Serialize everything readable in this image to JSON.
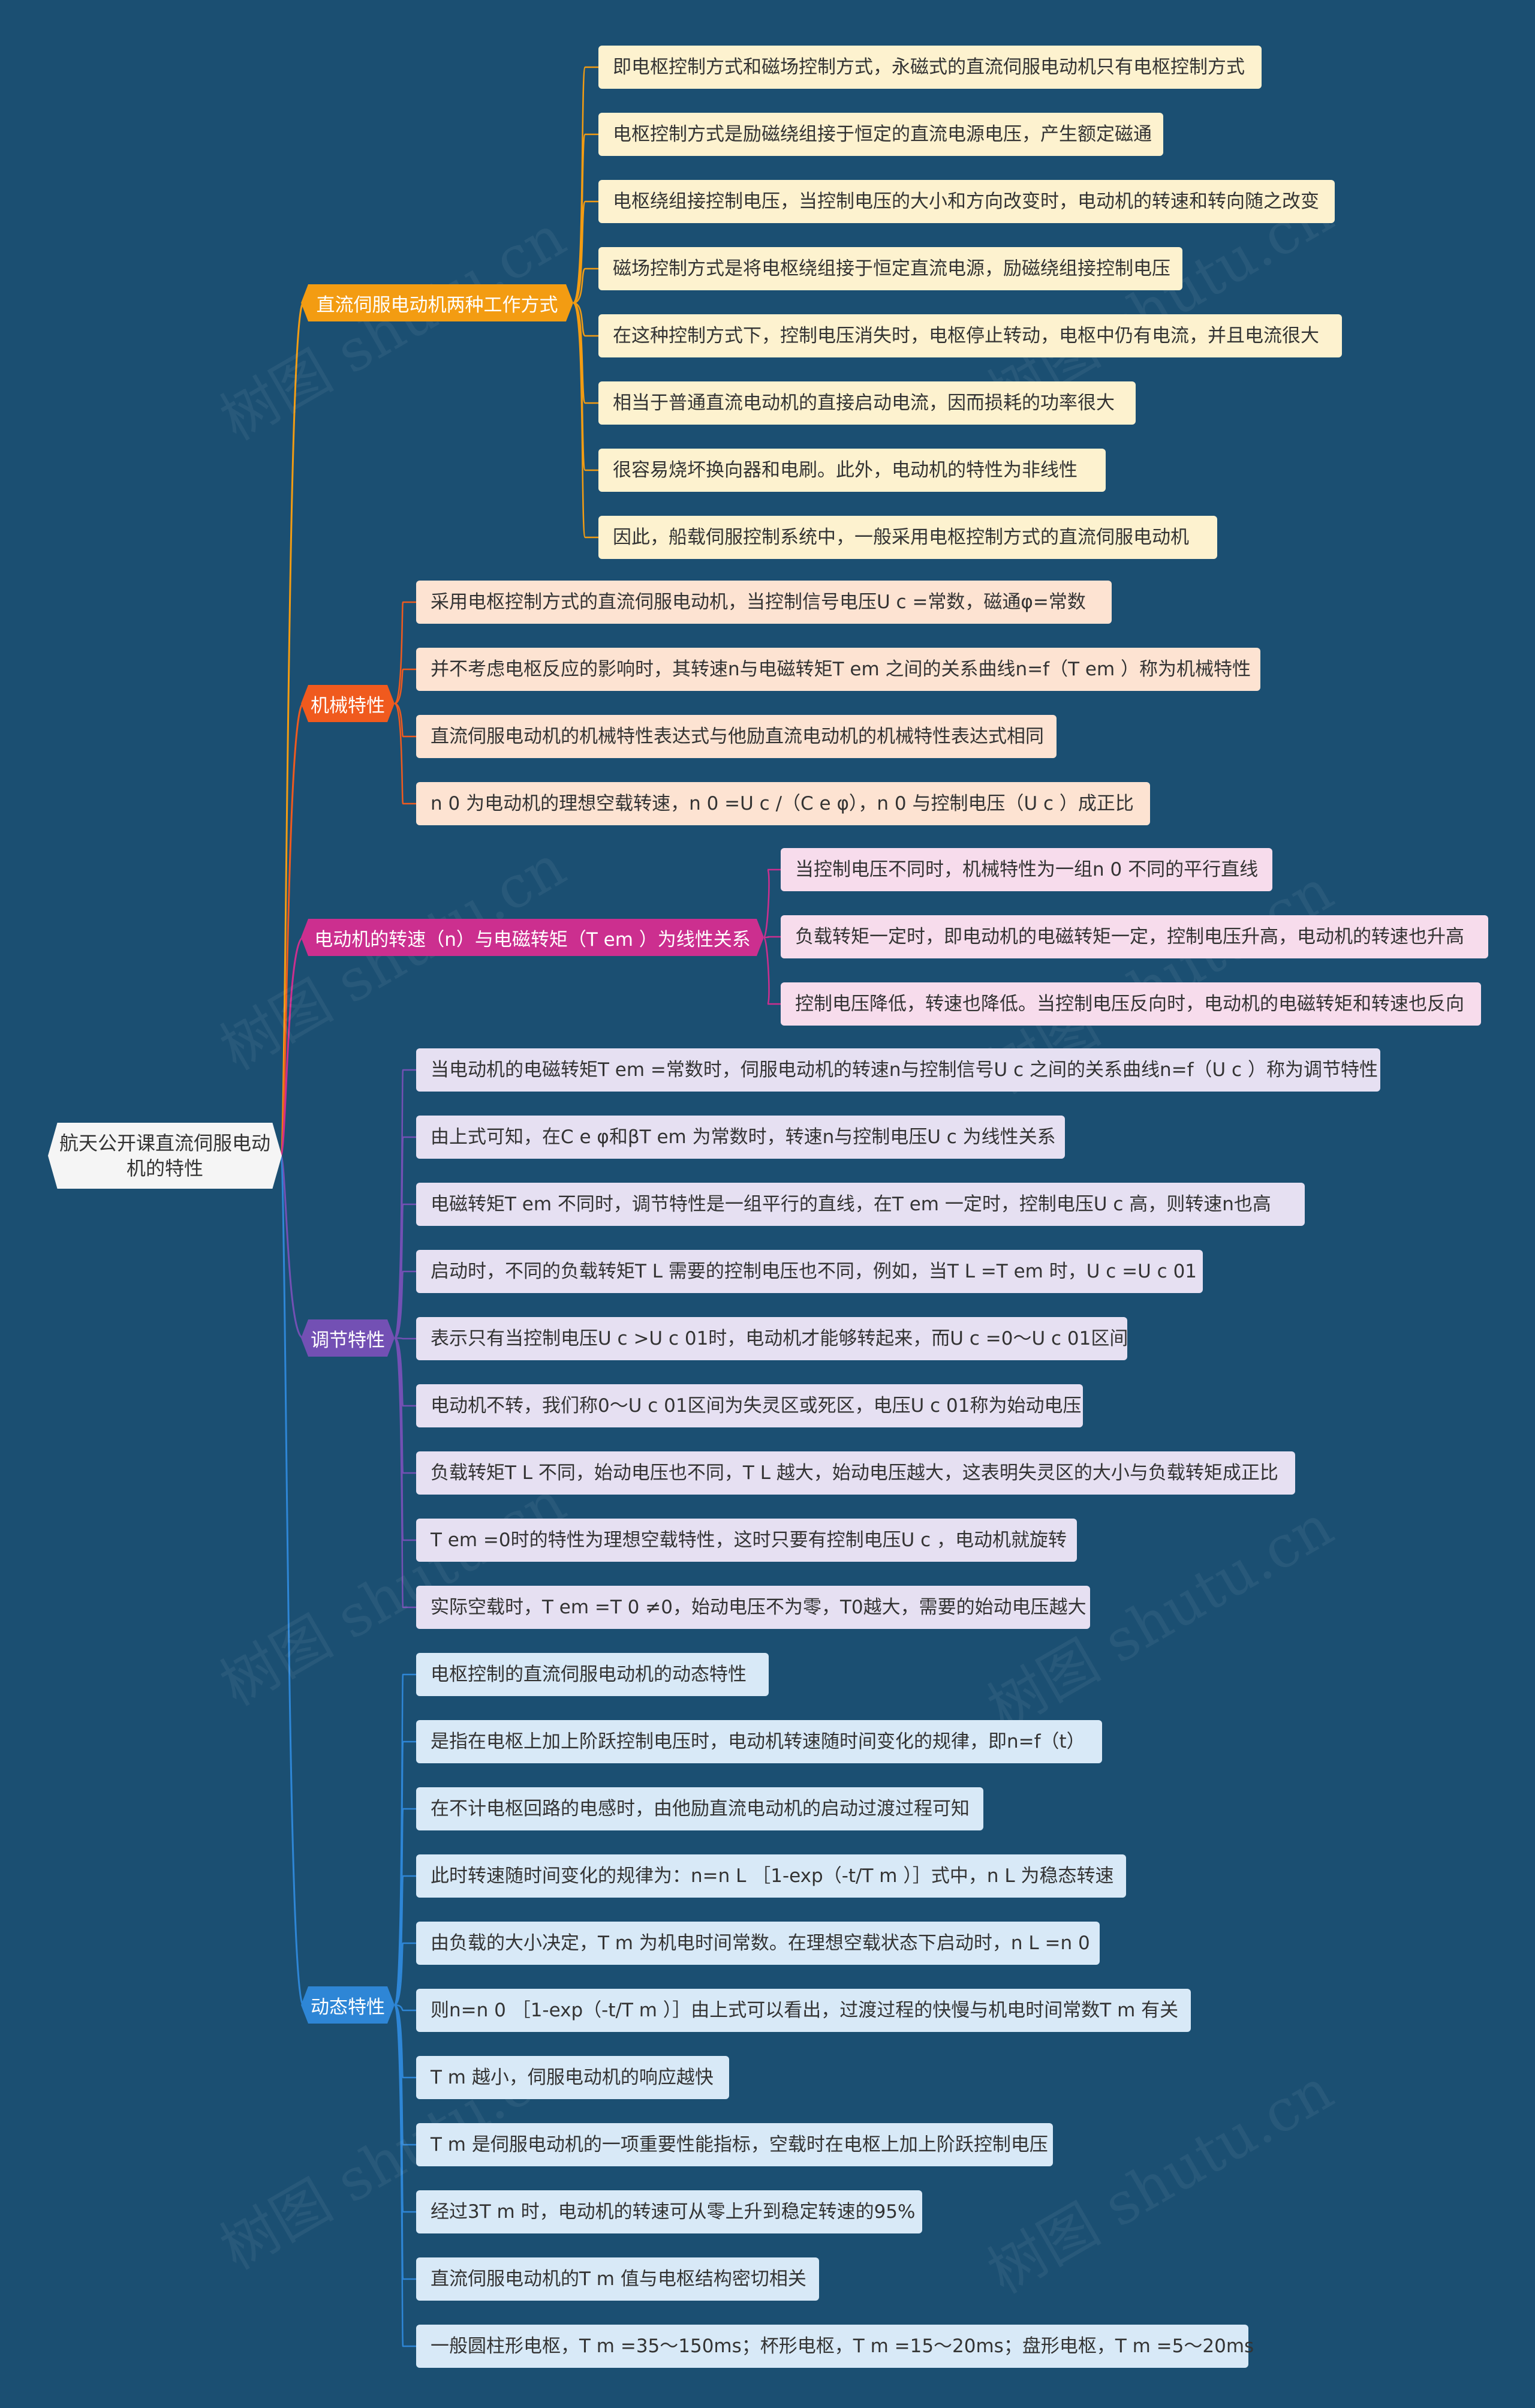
{
  "root": "航天公开课直流伺服电动机的特性",
  "watermark": "树图 shutu.cn",
  "branches": [
    {
      "label": "直流伺服电动机两种工作方式",
      "color": "#f39c12",
      "leaf_bg": "#fdf2cf",
      "leaves": [
        "即电枢控制方式和磁场控制方式，永磁式的直流伺服电动机只有电枢控制方式",
        "电枢控制方式是励磁绕组接于恒定的直流电源电压，产生额定磁通",
        "电枢绕组接控制电压，当控制电压的大小和方向改变时，电动机的转速和转向随之改变",
        "磁场控制方式是将电枢绕组接于恒定直流电源，励磁绕组接控制电压",
        "在这种控制方式下，控制电压消失时，电枢停止转动，电枢中仍有电流，并且电流很大",
        "相当于普通直流电动机的直接启动电流，因而损耗的功率很大",
        "很容易烧坏换向器和电刷。此外，电动机的特性为非线性",
        "因此，船载伺服控制系统中，一般采用电枢控制方式的直流伺服电动机"
      ]
    },
    {
      "label": "机械特性",
      "color": "#f05a1e",
      "leaf_bg": "#fde3d2",
      "leaves": [
        "采用电枢控制方式的直流伺服电动机，当控制信号电压U c =常数，磁通φ=常数",
        "并不考虑电枢反应的影响时，其转速n与电磁转矩T em 之间的关系曲线n=f（T em ）称为机械特性",
        "直流伺服电动机的机械特性表达式与他励直流电动机的机械特性表达式相同",
        "n 0 为电动机的理想空载转速，n 0 =U c /（C e φ），n 0 与控制电压（U c ）成正比"
      ]
    },
    {
      "label": "电动机的转速（n）与电磁转矩（T em ）为线性关系",
      "color": "#cc2f8f",
      "leaf_bg": "#f7dcec",
      "leaves": [
        "当控制电压不同时，机械特性为一组n 0 不同的平行直线",
        "负载转矩一定时，即电动机的电磁转矩一定，控制电压升高，电动机的转速也升高",
        "控制电压降低，转速也降低。当控制电压反向时，电动机的电磁转矩和转速也反向"
      ]
    },
    {
      "label": "调节特性",
      "color": "#7350b4",
      "leaf_bg": "#e6e0f2",
      "leaves": [
        "当电动机的电磁转矩T em =常数时，伺服电动机的转速n与控制信号U c 之间的关系曲线n=f（U c ）称为调节特性",
        "由上式可知，在C e φ和βT em 为常数时，转速n与控制电压U c 为线性关系",
        "电磁转矩T em 不同时，调节特性是一组平行的直线，在T em 一定时，控制电压U c 高，则转速n也高",
        "启动时，不同的负载转矩T L 需要的控制电压也不同，例如，当T L =T em 时，U c =U c 01",
        "表示只有当控制电压U c >U c 01时，电动机才能够转起来，而U c =0～U c 01区间",
        "电动机不转，我们称0～U c 01区间为失灵区或死区，电压U c 01称为始动电压",
        "负载转矩T L 不同，始动电压也不同，T L 越大，始动电压越大，这表明失灵区的大小与负载转矩成正比",
        "T em =0时的特性为理想空载特性，这时只要有控制电压U c ，电动机就旋转",
        "实际空载时，T em =T 0 ≠0，始动电压不为零，T0越大，需要的始动电压越大"
      ]
    },
    {
      "label": "动态特性",
      "color": "#2e86d6",
      "leaf_bg": "#d8e9f7",
      "leaves": [
        "电枢控制的直流伺服电动机的动态特性",
        "是指在电枢上加上阶跃控制电压时，电动机转速随时间变化的规律，即n=f（t）",
        "在不计电枢回路的电感时，由他励直流电动机的启动过渡过程可知",
        "此时转速随时间变化的规律为：n=n L ［1-exp（-t/T m ）］式中，n L 为稳态转速",
        "由负载的大小决定，T m 为机电时间常数。在理想空载状态下启动时，n L =n 0",
        "则n=n 0 ［1-exp（-t/T m ）］由上式可以看出，过渡过程的快慢与机电时间常数T m 有关",
        "T m 越小，伺服电动机的响应越快",
        "T m 是伺服电动机的一项重要性能指标，空载时在电枢上加上阶跃控制电压",
        "经过3T m 时，电动机的转速可从零上升到稳定转速的95%",
        "直流伺服电动机的T m 值与电枢结构密切相关",
        "一般圆柱形电枢，T m =35～150ms；杯形电枢，T m =15～20ms；盘形电枢，T m =5～20ms"
      ]
    }
  ]
}
